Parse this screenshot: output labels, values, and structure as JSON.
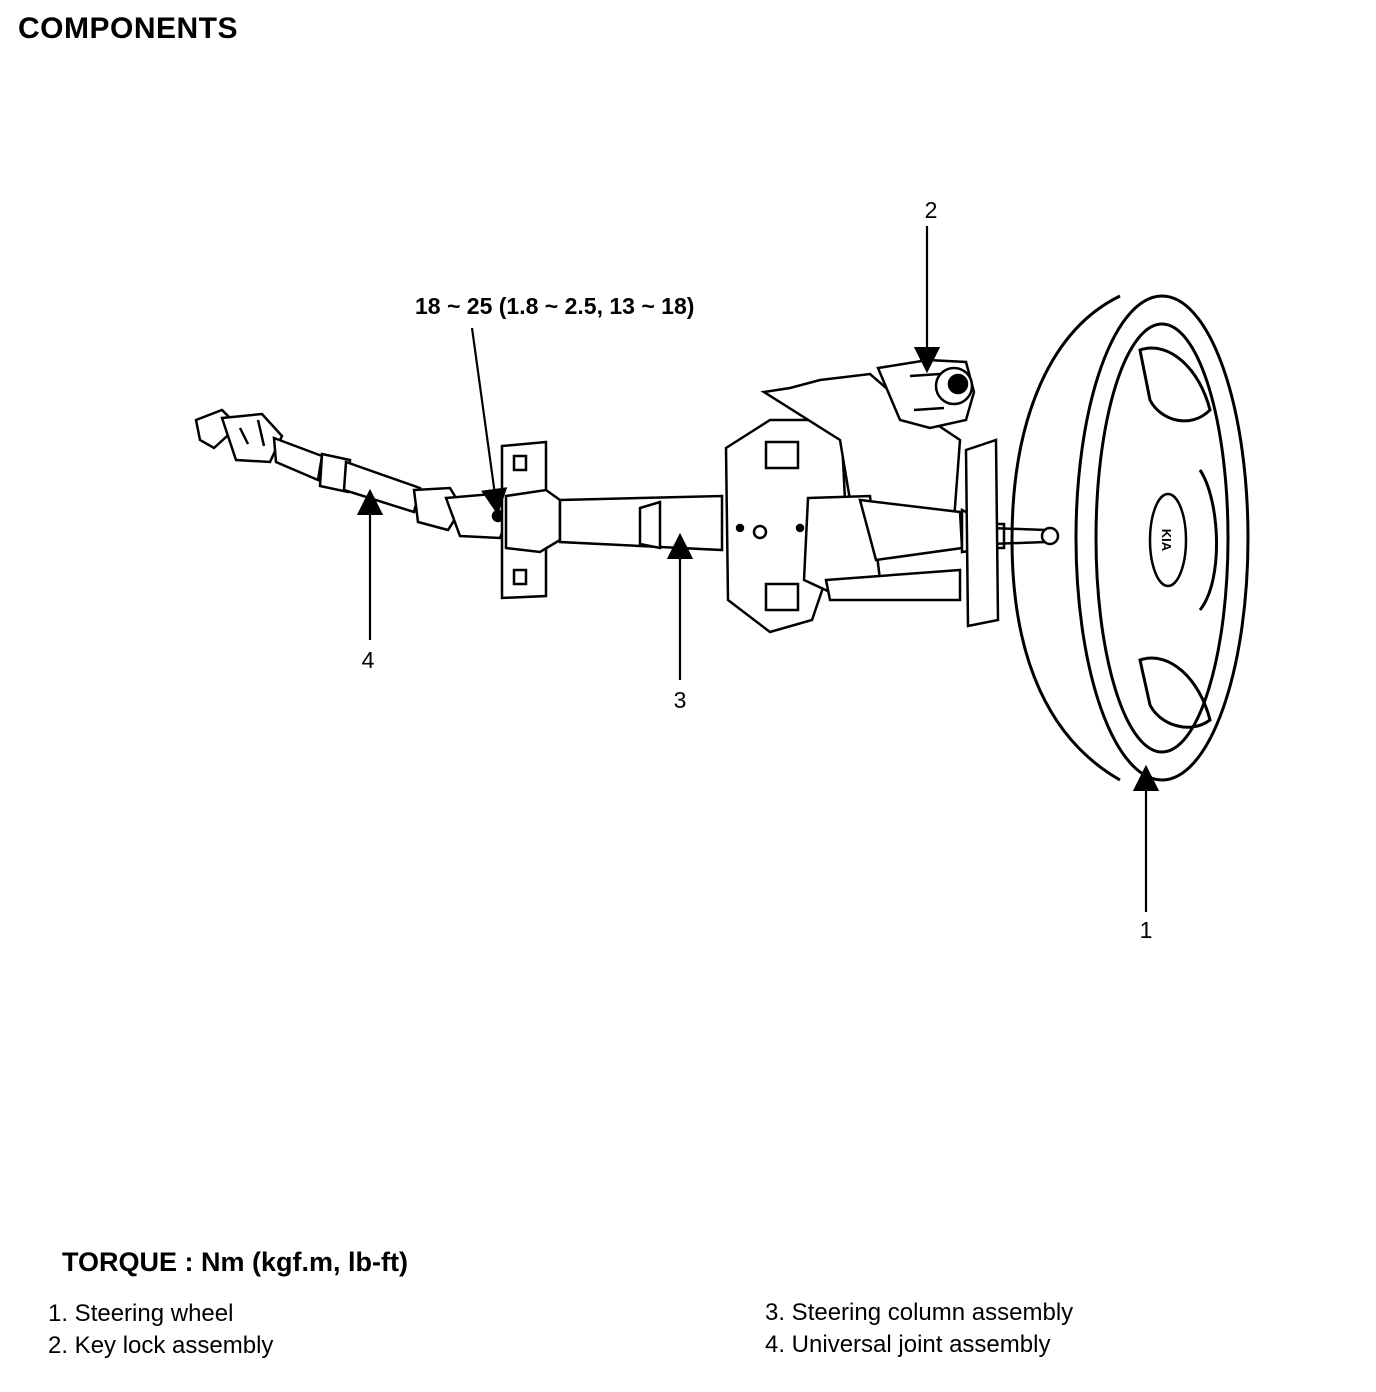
{
  "heading": "COMPONENTS",
  "torque_spec": "18 ~ 25 (1.8 ~ 2.5, 13 ~ 18)",
  "callouts": {
    "c1": "1",
    "c2": "2",
    "c3": "3",
    "c4": "4"
  },
  "torque_heading": "TORQUE : Nm (kgf.m, lb-ft)",
  "legend": {
    "left": [
      "1. Steering wheel",
      "2. Key lock assembly"
    ],
    "right": [
      "3. Steering column assembly",
      "4. Universal joint assembly"
    ]
  },
  "logo_text": "KIA"
}
